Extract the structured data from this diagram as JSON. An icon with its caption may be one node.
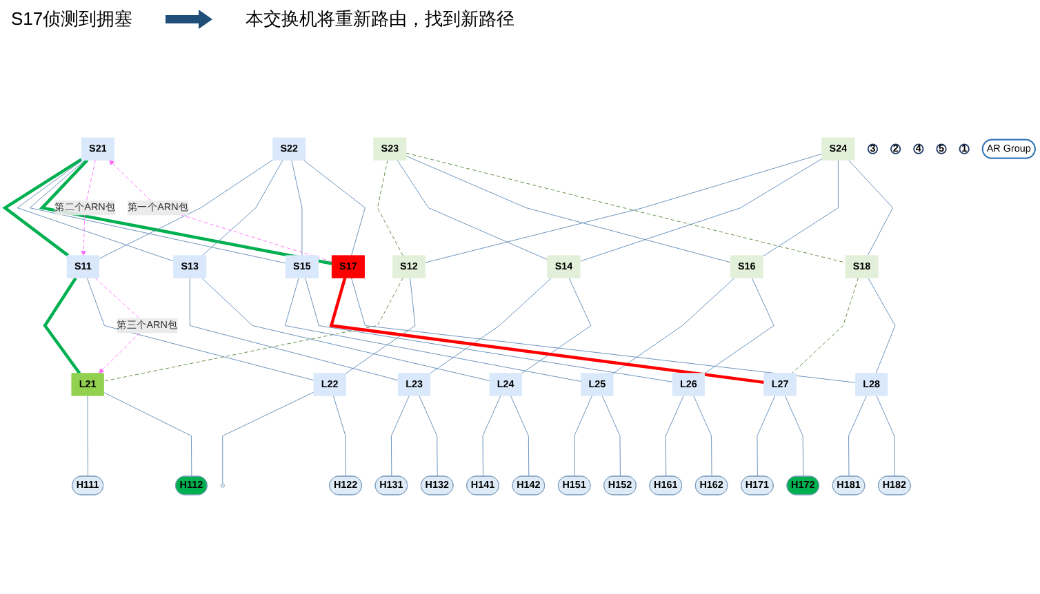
{
  "diagram": {
    "nodes": [
      {
        "text": [
          "S21"
        ]
      },
      {
        "text": [
          "S22"
        ]
      },
      {
        "text": [
          "S23"
        ]
      },
      {
        "text": [
          "S24"
        ]
      },
      {
        "text": [
          "S11"
        ]
      },
      {
        "text": [
          "S12"
        ]
      },
      {
        "text": [
          "S13"
        ]
      },
      {
        "text": [
          "S14"
        ]
      },
      {
        "text": [
          "S15"
        ]
      },
      {
        "text": [
          "S16"
        ]
      },
      {
        "text": [
          "S17"
        ]
      },
      {
        "text": [
          "S18"
        ]
      },
      {
        "text": [
          "L21"
        ]
      },
      {
        "text": [
          "L22"
        ]
      },
      {
        "text": [
          "L23"
        ]
      },
      {
        "text": [
          "L24"
        ]
      },
      {
        "text": [
          "L25"
        ]
      },
      {
        "text": [
          "L26"
        ]
      },
      {
        "text": [
          "L27"
        ]
      },
      {
        "text": [
          "L28"
        ]
      },
      {
        "text": [
          "H111"
        ]
      },
      {
        "text": [
          "H112"
        ]
      },
      {
        "text": [],
        "shape": "circle"
      },
      {
        "text": [
          "H122"
        ]
      },
      {
        "text": [
          "H131"
        ]
      },
      {
        "text": [
          "H132"
        ]
      },
      {
        "text": [
          "H141"
        ]
      },
      {
        "text": [
          "H142"
        ]
      },
      {
        "text": [
          "H151"
        ]
      },
      {
        "text": [
          "H152"
        ]
      },
      {
        "text": [
          "H161"
        ]
      },
      {
        "text": [
          "H162"
        ]
      },
      {
        "text": [
          "H171"
        ]
      },
      {
        "text": [
          "H172"
        ]
      },
      {
        "text": [
          "H181"
        ]
      },
      {
        "text": [
          "H182"
        ]
      },
      {
        "text": [
          "3"
        ]
      },
      {
        "text": [
          "2"
        ]
      },
      {
        "text": [
          "4"
        ]
      },
      {
        "text": [
          "5"
        ]
      },
      {
        "text": [
          "1"
        ]
      },
      {
        "text": [
          "AR Group"
        ]
      }
    ],
    "edges": [
      {
        "from": 0,
        "to": 4,
        "arrow": "none",
        "style": "thick",
        "color": "#00b050"
      },
      {
        "from": 0,
        "to": 6,
        "arrow": "none"
      },
      {
        "from": 0,
        "to": 8,
        "arrow": "none"
      },
      {
        "from": 0,
        "to": 10,
        "arrow": "none",
        "style": "thick",
        "color": "#00b050"
      },
      {
        "from": 1,
        "to": 4,
        "arrow": "none"
      },
      {
        "from": 1,
        "to": 6,
        "arrow": "none"
      },
      {
        "from": 1,
        "to": 8,
        "arrow": "none"
      },
      {
        "from": 1,
        "to": 10,
        "arrow": "none"
      },
      {
        "from": 2,
        "to": 5,
        "arrow": "none",
        "style": "dashed",
        "color": "#548235"
      },
      {
        "from": 2,
        "to": 7,
        "arrow": "none"
      },
      {
        "from": 2,
        "to": 9,
        "arrow": "none"
      },
      {
        "from": 2,
        "to": 11,
        "arrow": "none",
        "style": "dashed",
        "color": "#548235"
      },
      {
        "from": 3,
        "to": 5,
        "arrow": "none"
      },
      {
        "from": 3,
        "to": 7,
        "arrow": "none"
      },
      {
        "from": 3,
        "to": 9,
        "arrow": "none"
      },
      {
        "from": 3,
        "to": 11,
        "arrow": "none"
      },
      {
        "from": 4,
        "to": 12,
        "arrow": "none",
        "style": "thick",
        "color": "#00b050"
      },
      {
        "from": 4,
        "to": 13,
        "arrow": "none"
      },
      {
        "from": 5,
        "to": 12,
        "arrow": "none",
        "style": "dashed",
        "color": "#548235"
      },
      {
        "from": 5,
        "to": 13,
        "arrow": "none"
      },
      {
        "from": 6,
        "to": 14,
        "arrow": "none"
      },
      {
        "from": 6,
        "to": 15,
        "arrow": "none"
      },
      {
        "from": 7,
        "to": 14,
        "arrow": "none"
      },
      {
        "from": 7,
        "to": 15,
        "arrow": "none"
      },
      {
        "from": 8,
        "to": 16,
        "arrow": "none"
      },
      {
        "from": 8,
        "to": 17,
        "arrow": "none"
      },
      {
        "from": 9,
        "to": 16,
        "arrow": "none"
      },
      {
        "from": 9,
        "to": 17,
        "arrow": "none"
      },
      {
        "from": 10,
        "to": 18,
        "arrow": "none",
        "style": "thick",
        "color": "#ff0000"
      },
      {
        "from": 10,
        "to": 19,
        "arrow": "none"
      },
      {
        "from": 11,
        "to": 18,
        "arrow": "none",
        "style": "dashed",
        "color": "#548235"
      },
      {
        "from": 11,
        "to": 19,
        "arrow": "none"
      },
      {
        "from": 12,
        "to": 20,
        "arrow": "none"
      },
      {
        "from": 12,
        "to": 21,
        "arrow": "none"
      },
      {
        "from": 13,
        "to": 22,
        "arrow": "none"
      },
      {
        "from": 13,
        "to": 23,
        "arrow": "none"
      },
      {
        "from": 14,
        "to": 24,
        "arrow": "none"
      },
      {
        "from": 14,
        "to": 25,
        "arrow": "none"
      },
      {
        "from": 15,
        "to": 26,
        "arrow": "none"
      },
      {
        "from": 15,
        "to": 27,
        "arrow": "none"
      },
      {
        "from": 16,
        "to": 28,
        "arrow": "none"
      },
      {
        "from": 16,
        "to": 29,
        "arrow": "none"
      },
      {
        "from": 17,
        "to": 30,
        "arrow": "none"
      },
      {
        "from": 17,
        "to": 31,
        "arrow": "none"
      },
      {
        "from": 18,
        "to": 32,
        "arrow": "none"
      },
      {
        "from": 18,
        "to": 33,
        "arrow": "none"
      },
      {
        "from": 19,
        "to": 34,
        "arrow": "none"
      },
      {
        "from": 19,
        "to": 35,
        "arrow": "none"
      },
      {
        "from": 10,
        "to": 0,
        "arrow": "to",
        "label": "第一个ARN包",
        "style": "dashed",
        "color": "#ff66ff"
      },
      {
        "from": 0,
        "to": 4,
        "arrow": "to",
        "label": "第二个ARN包",
        "style": "dashed",
        "color": "#ff66ff"
      },
      {
        "from": 4,
        "to": 12,
        "arrow": "to",
        "label": "第三个ARN包",
        "style": "dashed",
        "color": "#ff66ff"
      }
    ],
    "labels": [
      "S17侦测到拥塞",
      "本交换机将重新路由，找到新路径"
    ]
  }
}
